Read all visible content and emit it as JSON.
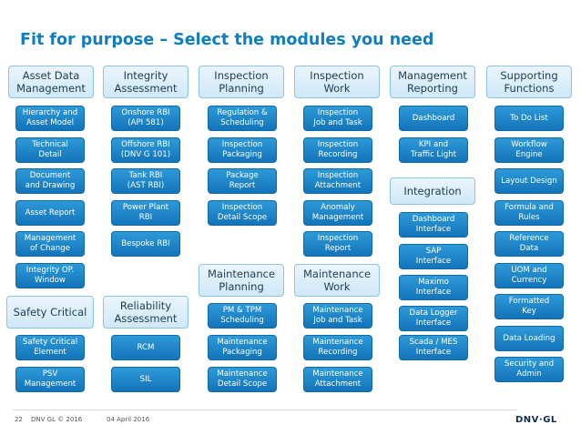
{
  "slide": {
    "title": "Fit for purpose – Select the modules you need"
  },
  "columns": [
    {
      "header": "Asset Data\nManagement",
      "modules": [
        "Hierarchy and\nAsset Model",
        "Technical\nDetail",
        "Document\nand Drawing",
        "Asset Report",
        "Management\nof Change",
        "Integrity OP.\nWindow"
      ]
    },
    {
      "header": "Integrity\nAssessment",
      "modules": [
        "Onshore RBI\n(API 581)",
        "Offshore RBI\n(DNV G 101)",
        "Tank RBI\n(AST RBI)",
        "Power Plant\nRBI",
        "Bespoke RBI"
      ]
    },
    {
      "header": "Inspection\nPlanning",
      "modules": [
        "Regulation &\nScheduling",
        "Inspection\nPackaging",
        "Package\nReport",
        "Inspection\nDetail Scope"
      ]
    },
    {
      "header": "Inspection\nWork",
      "modules": [
        "Inspection\nJob and Task",
        "Inspection\nRecording",
        "Inspection\nAttachment",
        "Anomaly\nManagement",
        "Inspection\nReport"
      ]
    },
    {
      "header": "Management\nReporting",
      "modules": [
        "Dashboard",
        "KPI and\nTraffic Light"
      ]
    },
    {
      "header": "Supporting\nFunctions",
      "modules": [
        "To Do List",
        "Workflow\nEngine",
        "Layout Design",
        "Formula and\nRules",
        "Reference\nData",
        "UOM and\nCurrency",
        "Formatted\nKey",
        "Data Loading",
        "Security and\nAdmin"
      ]
    }
  ],
  "sections": [
    {
      "header": "Safety Critical",
      "modules": [
        "Safety Critical\nElement",
        "PSV\nManagement"
      ]
    },
    {
      "header": "Reliability\nAssessment",
      "modules": [
        "RCM",
        "SIL"
      ]
    },
    {
      "header": "Maintenance\nPlanning",
      "modules": [
        "PM & TPM\nScheduling",
        "Maintenance\nPackaging",
        "Maintenance\nDetail Scope"
      ]
    },
    {
      "header": "Maintenance\nWork",
      "modules": [
        "Maintenance\nJob and Task",
        "Maintenance\nRecording",
        "Maintenance\nAttachment"
      ]
    },
    {
      "header": "Integration",
      "modules": [
        "Dashboard\nInterface",
        "SAP\nInterface",
        "Maximo\nInterface",
        "Data Logger\nInterface",
        "Scada / MES\nInterface"
      ]
    }
  ],
  "footer": {
    "page": "22",
    "copyright": "DNV GL © 2016",
    "date": "04 April 2016",
    "logo": "DNV·GL"
  },
  "colors": {
    "title": "#0f7ec0",
    "module": "#1c86c9",
    "header_bg": "#dceffa"
  }
}
